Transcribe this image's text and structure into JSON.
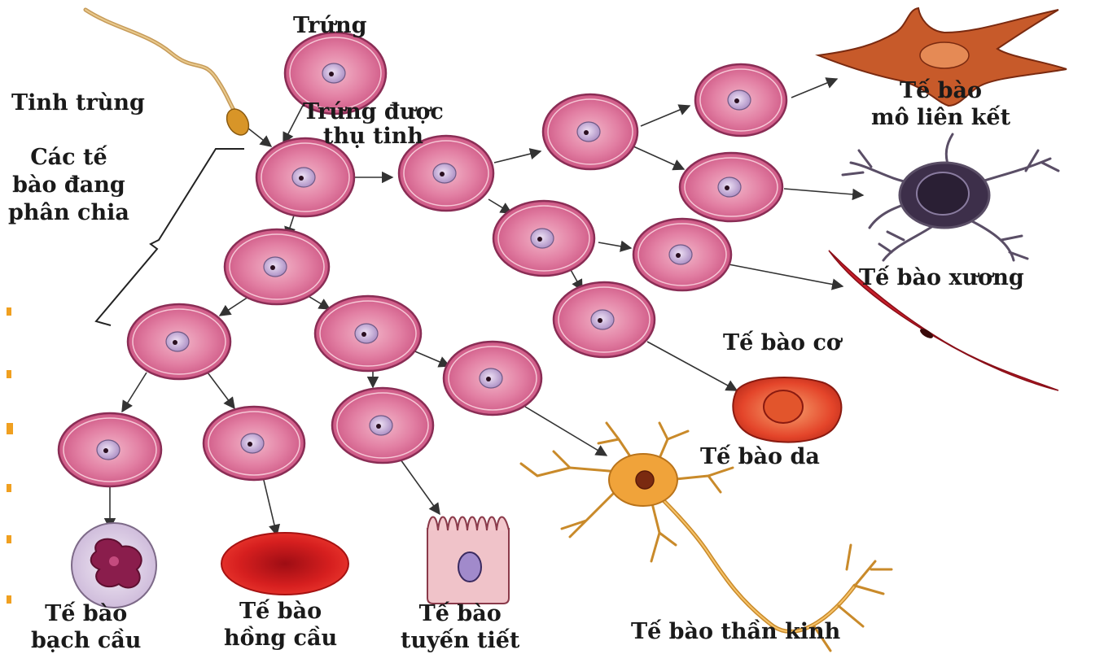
{
  "labels": {
    "egg": "Trứng",
    "sperm": "Tinh trùng",
    "fertilized_egg": [
      "Trứng được",
      "thụ tinh"
    ],
    "dividing_cells": [
      "Các tế",
      "bào đang",
      "phân chia"
    ],
    "connective_tissue_cell": [
      "Tế bào",
      "mô liên kết"
    ],
    "bone_cell": "Tế bào xương",
    "muscle_cell": "Tế bào cơ",
    "skin_cell": "Tế bào da",
    "nerve_cell": "Tế bào thần kinh",
    "white_blood_cell": [
      "Tế bào",
      "bạch cầu"
    ],
    "red_blood_cell": [
      "Tế bào",
      "hồng cầu"
    ],
    "gland_cell": [
      "Tế bào",
      "tuyến tiết"
    ]
  },
  "colors": {
    "cell_fill": "#e27fa3",
    "cell_border": "#8a2d55",
    "nucleus": "#c9a6d8",
    "red_blood_cell": "#d61f1f",
    "skin_cell": "#e4452a",
    "connective_cell": "#c75a2a",
    "muscle_cell": "#c81e2a",
    "bone_cell": "#3d2f4a",
    "nerve_cell": "#f0a33a",
    "white_blood_cell": "#e6d9ee",
    "gland_cell": "#f0c3c9"
  }
}
